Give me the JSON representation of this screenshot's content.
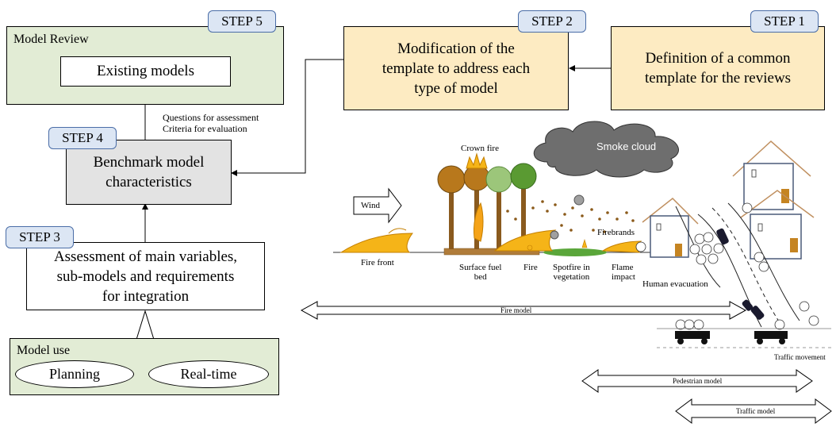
{
  "steps": {
    "step1": "STEP 1",
    "step2": "STEP 2",
    "step3": "STEP 3",
    "step4": "STEP 4",
    "step5": "STEP 5"
  },
  "model_review": {
    "title": "Model Review",
    "existing": "Existing models"
  },
  "questions": {
    "line1": "Questions for assessment",
    "line2": "Criteria for evaluation"
  },
  "benchmark": {
    "line1": "Benchmark  model",
    "line2": "characteristics"
  },
  "assessment": {
    "line1": "Assessment of main variables,",
    "line2": "sub-models and requirements",
    "line3": "for integration"
  },
  "model_use": {
    "title": "Model use",
    "planning": "Planning",
    "realtime": "Real-time"
  },
  "modification": {
    "line1": "Modification of the",
    "line2": "template to address each",
    "line3": "type of model"
  },
  "definition": {
    "line1": "Definition of a common",
    "line2": "template for the reviews"
  },
  "scene": {
    "smoke_cloud": "Smoke cloud",
    "crown_fire": "Crown fire",
    "wind": "Wind",
    "firebrands": "Firebrands",
    "fire_front": "Fire front",
    "surface_fuel_bed_1": "Surface fuel",
    "surface_fuel_bed_2": "bed",
    "fire": "Fire",
    "spotfire_1": "Spotfire in",
    "spotfire_2": "vegetation",
    "flame_impact_1": "Flame",
    "flame_impact_2": "impact",
    "human_evacuation": "Human evacuation",
    "fire_model": "Fire model",
    "traffic_movement": "Traffic movement",
    "pedestrian_model": "Pedestrian model",
    "traffic_model": "Traffic model"
  },
  "colors": {
    "green_box": "#e2ecd5",
    "yellow_box": "#fdebc2",
    "grey_box": "#e3e3e3",
    "step_tag": "#dce6f4",
    "fire": "#f5b418",
    "tree_brown": "#b8781c",
    "tree_green": "#5a9a32",
    "smoke": "#6e6e6e"
  }
}
